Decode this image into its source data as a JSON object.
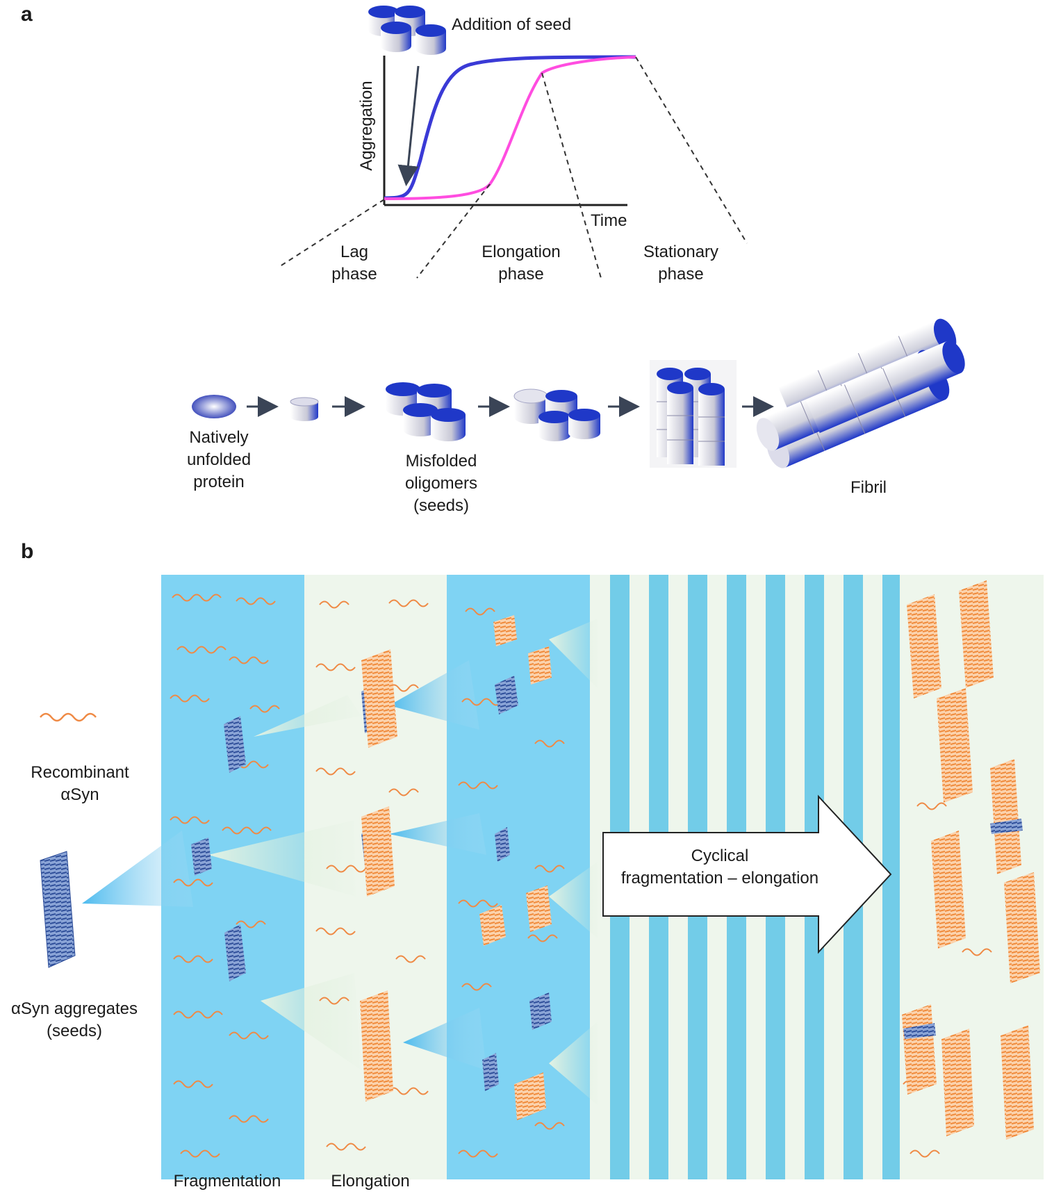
{
  "panel_a": {
    "letter": "a",
    "curve_chart": {
      "y_axis_label": "Aggregation",
      "x_axis_label": "Time",
      "annotation": "Addition of seed",
      "series": [
        {
          "name": "seeded",
          "color": "#3a3ad6"
        },
        {
          "name": "unseeded",
          "color": "#ff4de0"
        }
      ],
      "phases": [
        "Lag\nphase",
        "Elongation\nphase",
        "Stationary\nphase"
      ]
    },
    "pathway": {
      "stages": [
        "Natively\nunfolded\nprotein",
        "Misfolded\noligomers\n(seeds)",
        "Fibril"
      ]
    }
  },
  "panel_b": {
    "letter": "b",
    "legend": {
      "monomer_label": "Recombinant\nαSyn",
      "seed_label": "αSyn aggregates\n(seeds)"
    },
    "bottom_labels": {
      "fragmentation": "Fragmentation",
      "elongation": "Elongation"
    },
    "arrow_text": "Cyclical\nfragmentation – elongation",
    "colors": {
      "blue_panel": "#7fd3f3",
      "pale_panel": "#eef6ec",
      "stripe": "#72cce8",
      "monomer": "#ef8a45",
      "seed": "#3a5aa0",
      "fibril": "#f39a4a"
    }
  }
}
